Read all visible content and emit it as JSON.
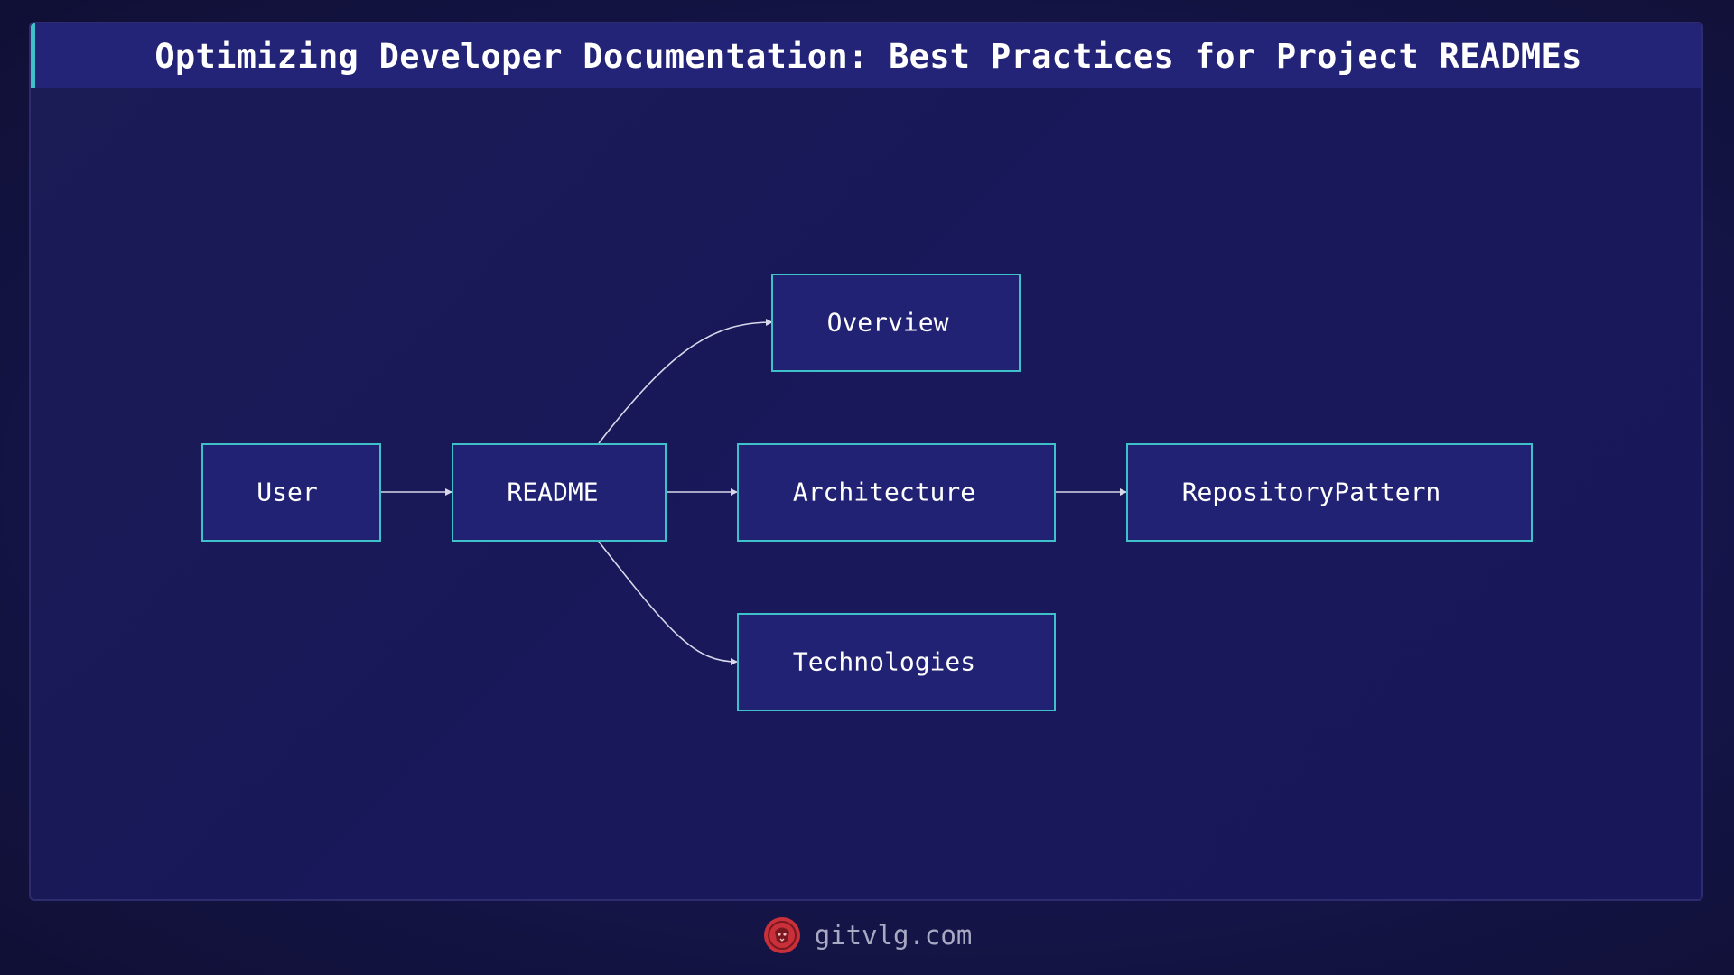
{
  "title": "Optimizing Developer Documentation: Best Practices for Project READMEs",
  "nodes": {
    "user": "User",
    "readme": "README",
    "overview": "Overview",
    "architecture": "Architecture",
    "technologies": "Technologies",
    "repository_pattern": "RepositoryPattern"
  },
  "edges": [
    {
      "from": "User",
      "to": "README"
    },
    {
      "from": "README",
      "to": "Overview"
    },
    {
      "from": "README",
      "to": "Architecture"
    },
    {
      "from": "README",
      "to": "Technologies"
    },
    {
      "from": "Architecture",
      "to": "RepositoryPattern"
    }
  ],
  "footer": {
    "site": "gitvlg.com",
    "logo_icon": "lion-icon"
  },
  "colors": {
    "background": "#161650",
    "node_fill": "#222274",
    "node_border": "#3fc1c9",
    "title_bar": "#232377",
    "accent": "#3fc1c9",
    "logo": "#c9303a"
  }
}
